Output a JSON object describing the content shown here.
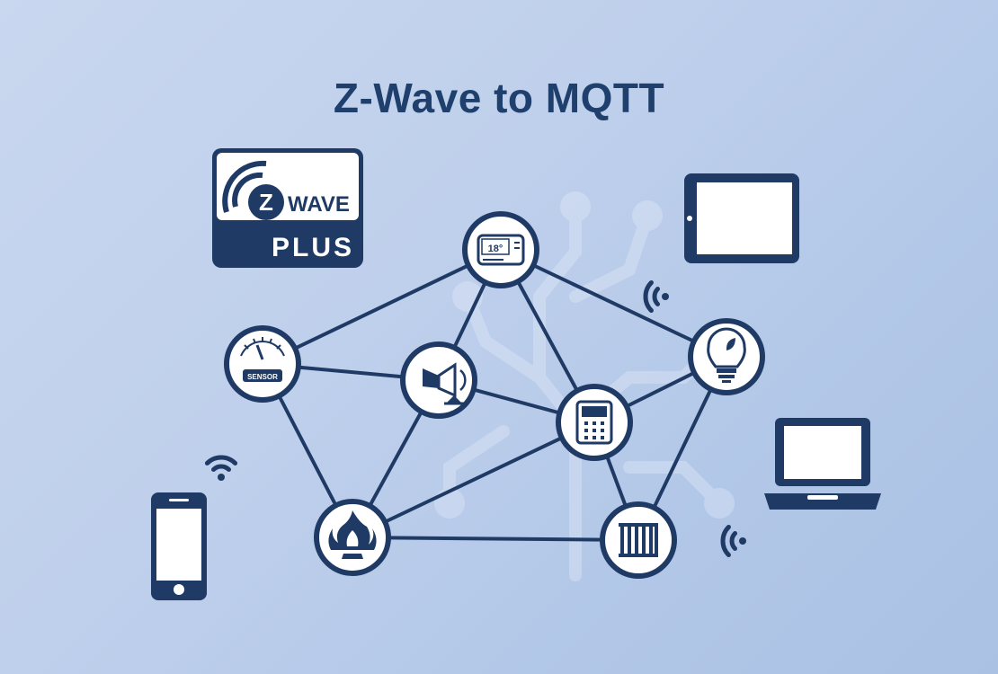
{
  "title": "Z-Wave to MQTT",
  "logo": {
    "badge_text": "Z",
    "wordmark": "WAVE",
    "subtitle": "PLUS"
  },
  "nodes": {
    "thermostat_label": "18°",
    "sensor_label": "SENSOR"
  },
  "colors": {
    "navy": "#1f3a64",
    "node_fill": "#ffffff",
    "background": "#c5d5ee"
  },
  "icons": [
    "zwave-plus-logo",
    "tablet-icon",
    "smartphone-icon",
    "laptop-icon",
    "wifi-signal-icon",
    "thermostat-icon",
    "sensor-gauge-icon",
    "siren-icon",
    "keypad-icon",
    "light-bulb-icon",
    "fire-alarm-icon",
    "radiator-icon"
  ]
}
